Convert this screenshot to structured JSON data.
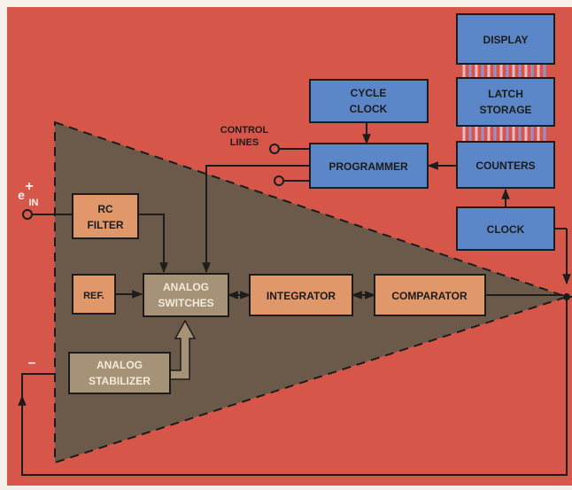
{
  "diagram": {
    "colors": {
      "background": "#d6574a",
      "triangle": "#6b5a4a",
      "blue_block": "#5b86c8",
      "orange_block": "#e0976a",
      "tan_block": "#a59277",
      "line": "#1c1c1c",
      "white_edge": "#f6f1ea"
    },
    "input_label": {
      "sign": "+",
      "symbol": "e",
      "subscript": "IN"
    },
    "minus_label": "–",
    "control_lines_label": [
      "CONTROL",
      "LINES"
    ],
    "blocks": {
      "display": [
        "DISPLAY"
      ],
      "latch_storage": [
        "LATCH",
        "STORAGE"
      ],
      "cycle_clock": [
        "CYCLE",
        "CLOCK"
      ],
      "programmer": [
        "PROGRAMMER"
      ],
      "counters": [
        "COUNTERS"
      ],
      "clock": [
        "CLOCK"
      ],
      "rc_filter": [
        "RC",
        "FILTER"
      ],
      "ref": [
        "REF."
      ],
      "analog_switches": [
        "ANALOG",
        "SWITCHES"
      ],
      "integrator": [
        "INTEGRATOR"
      ],
      "comparator": [
        "COMPARATOR"
      ],
      "analog_stabilizer": [
        "ANALOG",
        "STABILIZER"
      ]
    }
  }
}
